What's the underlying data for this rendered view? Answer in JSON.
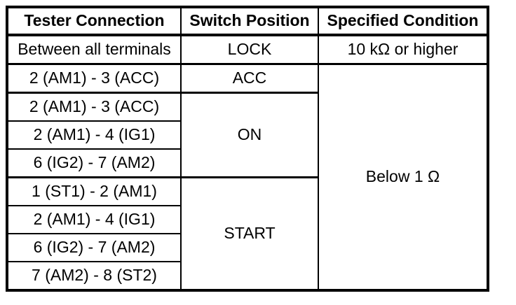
{
  "page": {
    "background_color": "#ffffff",
    "text_color": "#000000",
    "border_color": "#000000"
  },
  "table": {
    "headers": [
      "Tester Connection",
      "Switch Position",
      "Specified Condition"
    ],
    "rows": [
      {
        "connection": "Between all terminals",
        "position": "LOCK",
        "condition": "10 kΩ or higher"
      },
      {
        "connection": "2 (AM1) - 3 (ACC)",
        "position": "ACC",
        "condition": "Below 1 Ω"
      },
      {
        "connection": "2 (AM1) - 3 (ACC)",
        "position": "ON"
      },
      {
        "connection": "2 (AM1) - 4 (IG1)"
      },
      {
        "connection": "6 (IG2) - 7 (AM2)"
      },
      {
        "connection": "1 (ST1) - 2 (AM1)",
        "position": "START"
      },
      {
        "connection": "2 (AM1) - 4 (IG1)"
      },
      {
        "connection": "6 (IG2) - 7 (AM2)"
      },
      {
        "connection": "7 (AM2) - 8 (ST2)"
      }
    ]
  }
}
